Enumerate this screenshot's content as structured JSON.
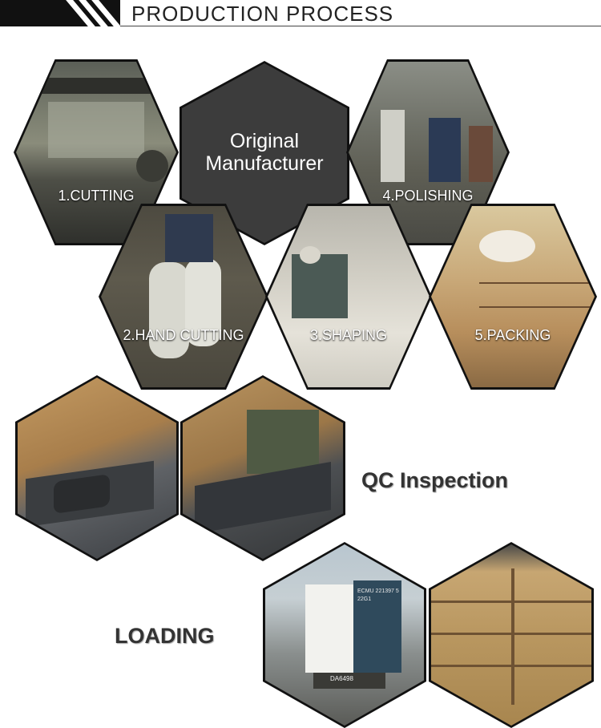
{
  "header": {
    "title": "PRODUCTION PROCESS"
  },
  "center": {
    "line1": "Original",
    "line2": "Manufacturer"
  },
  "steps": [
    {
      "label": "1.CUTTING"
    },
    {
      "label": "4.POLISHING"
    },
    {
      "label": "2.HAND CUTTING"
    },
    {
      "label": "3.SHAPING"
    },
    {
      "label": "5.PACKING"
    }
  ],
  "sections": {
    "qc": "QC Inspection",
    "loading": "LOADING"
  },
  "container": {
    "code": "ECMU 221397 5",
    "sub": "22G1",
    "plate": "DA6498"
  },
  "colors": {
    "frame": "#111111",
    "center": "#3c3c3c"
  }
}
